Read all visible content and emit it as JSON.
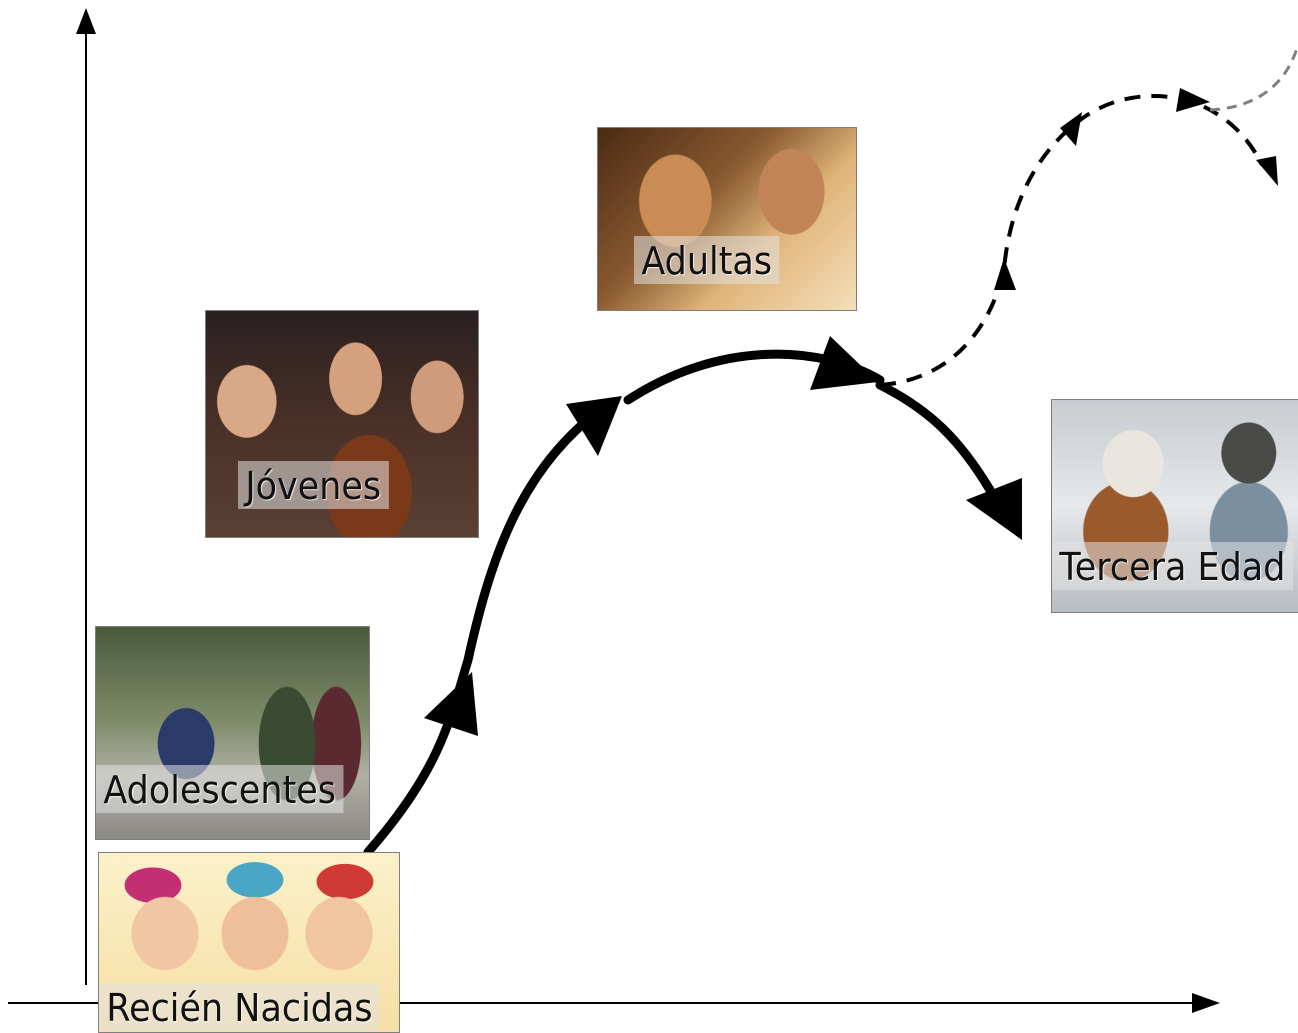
{
  "stages": [
    {
      "id": "recien",
      "label": "Recién Nacidas"
    },
    {
      "id": "adolescentes",
      "label": "Adolescentes"
    },
    {
      "id": "jovenes",
      "label": "Jóvenes"
    },
    {
      "id": "adultas",
      "label": "Adultas"
    },
    {
      "id": "tercera",
      "label": "Tercera Edad"
    }
  ],
  "colors": {
    "arrow": "#000000",
    "dashed_faded": "#808080",
    "label_background": "#e1e1e1"
  }
}
